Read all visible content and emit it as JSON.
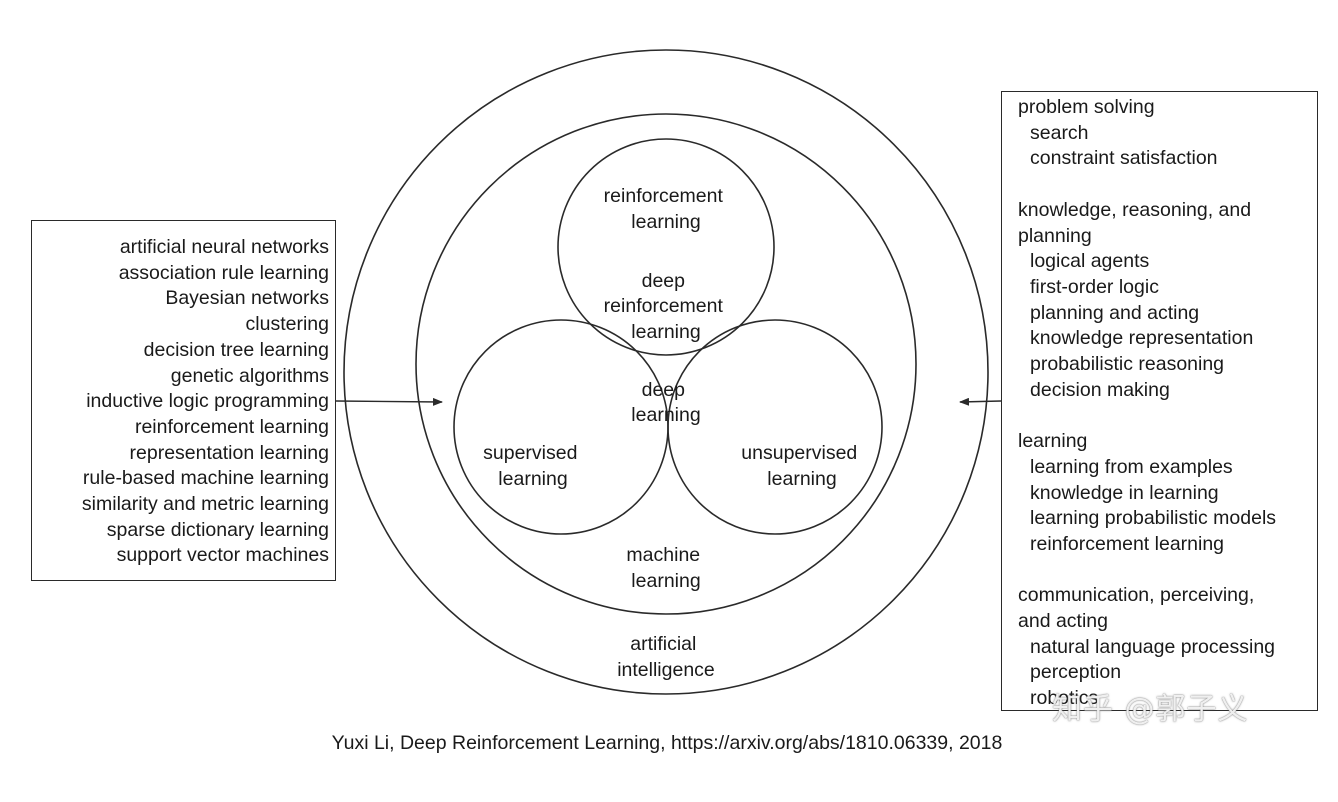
{
  "left_box": {
    "items": [
      "artificial neural networks",
      "association rule learning",
      "Bayesian networks",
      "clustering",
      "decision tree learning",
      "genetic algorithms",
      "inductive logic programming",
      "reinforcement learning",
      "representation learning",
      "rule-based machine learning",
      "similarity and metric learning",
      "sparse dictionary learning",
      "support vector machines"
    ]
  },
  "right_box": {
    "groups": [
      {
        "heading": [
          "problem solving"
        ],
        "items": [
          "search",
          "constraint satisfaction"
        ]
      },
      {
        "heading": [
          "knowledge, reasoning, and",
          "planning"
        ],
        "items": [
          "logical agents",
          "first-order logic",
          "planning and acting",
          "knowledge representation",
          "probabilistic reasoning",
          "decision making"
        ]
      },
      {
        "heading": [
          "learning"
        ],
        "items": [
          "learning from examples",
          "knowledge in learning",
          "learning probabilistic models",
          "reinforcement learning"
        ]
      },
      {
        "heading": [
          "communication, perceiving,",
          "and acting"
        ],
        "items": [
          "natural language processing",
          "perception",
          "robotics"
        ]
      }
    ]
  },
  "circles": {
    "reinforcement_learning": [
      "reinforcement",
      "learning"
    ],
    "deep_reinforcement_learning": [
      "deep",
      "reinforcement",
      "learning"
    ],
    "deep_learning": [
      "deep",
      "learning"
    ],
    "supervised_learning": [
      "supervised",
      "learning"
    ],
    "unsupervised_learning": [
      "unsupervised",
      "learning"
    ],
    "machine_learning": [
      "machine",
      "learning"
    ],
    "artificial_intelligence": [
      "artificial",
      "intelligence"
    ]
  },
  "caption": "Yuxi Li, Deep Reinforcement Learning, https://arxiv.org/abs/1810.06339, 2018",
  "watermark": "知乎 @郭子义",
  "colors": {
    "line": "#2a2a2a",
    "text": "#1a1a1a",
    "background": "#ffffff"
  }
}
